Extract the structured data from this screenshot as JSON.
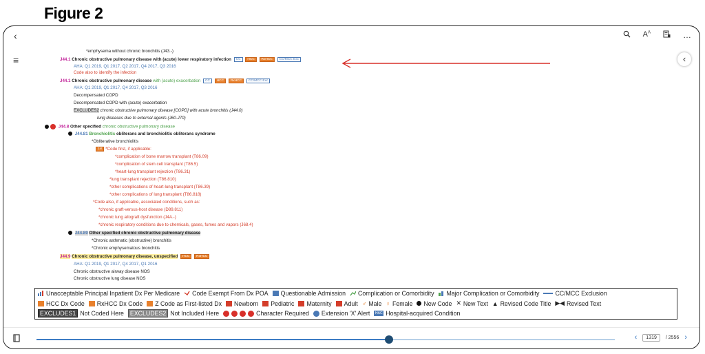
{
  "figure_title": "Figure 2",
  "toolbar": {
    "back_icon": "‹",
    "search_icon": "🔍",
    "text_size_icon": "A",
    "bookmark_icon": "▤",
    "more_icon": "…"
  },
  "sidebar": {
    "menu_icon": "≡",
    "collapse_icon": "‹"
  },
  "content": {
    "l0": "*emphysema without chronic bronchitis (J43.-)",
    "l1_code": "J44.1",
    "l1_text": "Chronic obstructive pulmonary disease with (acute) lower respiratory infection",
    "l1_tags": [
      "CC",
      "HCC",
      "RxHCC",
      "CC/MCC Exc"
    ],
    "l2": "AHA: Q1 2019, Q1 2017, Q2 2017, Q4 2017, Q3 2016",
    "l3": "Code also to identify the infection",
    "l4_code": "J44.1",
    "l4_text": "Chronic obstructive pulmonary disease",
    "l4_text2": "with (acute) exacerbation",
    "l5": "AHA: Q1 2019, Q1 2017, Q4 2017, Q3 2016",
    "l6": "Decompensated COPD",
    "l7": "Decompensated COPD with (acute) exacerbation",
    "l8_box": "EXCLUDES2",
    "l8": "chronic obstructive pulmonary disease [COPD] with acute bronchitis (J44.0)",
    "l9": "lung diseases due to external agents (J60-J70)",
    "l10_code": "J44.8",
    "l10_a": "Other specified",
    "l10_b": "chronic obstructive pulmonary disease",
    "l11_code": "J44.81",
    "l11_a": "Bronchiolitis",
    "l11_b": "obliterans and bronchiolitis obliterans syndrome",
    "l12": "*Obliterative bronchiolitis",
    "l13": "*Code first, if applicable:",
    "l14": "*complication of bone marrow transplant (T86.09)",
    "l15": "*complication of stem cell transplant (T86.5)",
    "l16": "*heart-lung transplant rejection (T86.31)",
    "l17": "*lung transplant rejection (T86.810)",
    "l18": "*other complications of heart-lung transplant (T86.39)",
    "l19": "*other complications of lung transplant (T86.818)",
    "l20": "*Code also, if applicable, associated conditions, such as:",
    "l21": "*chronic graft-versus-host disease (D89.811)",
    "l22": "*chronic lung allograft dysfunction (J4A.-)",
    "l23": "*chronic respiratory conditions due to chemicals, gases, fumes and vapors (J68.4)",
    "l24_code": "J44.89",
    "l24": "Other specified chronic obstructive pulmonary disease",
    "l25": "*Chronic asthmatic (obstructive) bronchitis",
    "l26": "*Chronic emphysematous bronchitis",
    "l27_code": "J44.9",
    "l27": "Chronic obstructive pulmonary disease, unspecified",
    "l27_tags": [
      "HCC",
      "RxHCC"
    ],
    "l28": "AHA: Q1 2019, Q1 2017, Q4 2017, Q1 2016",
    "l29": "Chronic obstructive airway disease NOS",
    "l30": "Chronic obstructive lung disease NOS"
  },
  "legend": {
    "row1": [
      "Unacceptable Principal Inpatient Dx Per Medicare",
      "Code Exempt From Dx POA",
      "Questionable Admission",
      "Complication or Comorbidity",
      "Major Complication or Comorbidity",
      "CC/MCC Exclusion"
    ],
    "row2": [
      "HCC Dx Code",
      "RxHCC Dx Code",
      "Z Code as First-listed Dx",
      "Newborn",
      "Pediatric",
      "Maternity",
      "Adult",
      "Male",
      "Female",
      "New Code",
      "New Text",
      "Revised Code Title",
      "Revised Text"
    ],
    "row3": [
      "Not Coded Here",
      "Not Included Here",
      "Character Required",
      "Extension 'X' Alert",
      "Hospital-acquired Condition"
    ],
    "excludes1": "EXCLUDES1",
    "excludes2": "EXCLUDES2",
    "hac_box": "HAC"
  },
  "pager": {
    "current": "1319",
    "total": "/ 2556"
  },
  "slider": {
    "progress": 0.61
  },
  "colors": {
    "arrow": "#d8302a",
    "accent": "#3d7cc4"
  }
}
